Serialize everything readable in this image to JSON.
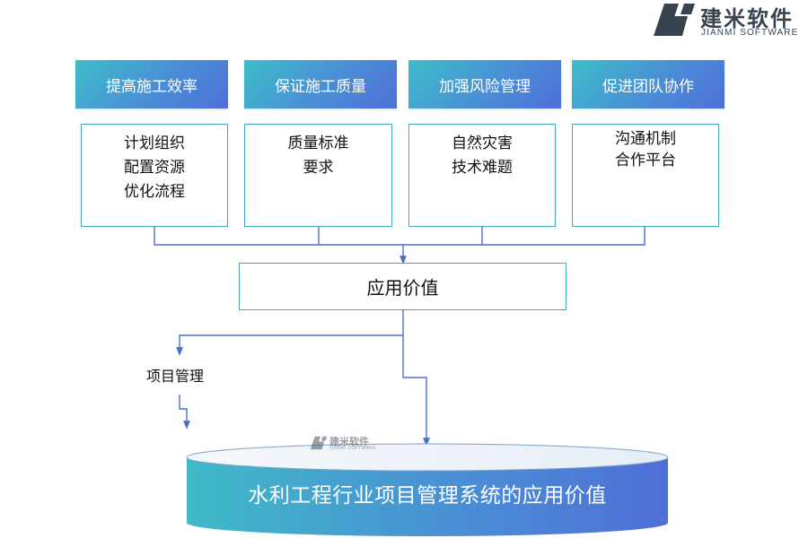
{
  "logo": {
    "name_cn": "建米软件",
    "name_en": "JIANMI SOFTWARE"
  },
  "watermark": {
    "name_cn": "建米软件",
    "name_en": "JIANMI SOFTWARE"
  },
  "columns": [
    {
      "header": "提高施工效率",
      "lines": [
        "计划组织",
        "配置资源",
        "优化流程"
      ]
    },
    {
      "header": "保证施工质量",
      "lines": [
        "质量标准",
        "要求"
      ]
    },
    {
      "header": "加强风险管理",
      "lines": [
        "自然灾害",
        "技术难题"
      ]
    },
    {
      "header": "促进团队协作",
      "lines": [
        "沟通机制",
        "合作平台"
      ]
    }
  ],
  "center_label": "应用价值",
  "branch_label": "项目管理",
  "base_label": "水利工程行业项目管理系统的应用价值",
  "colors": {
    "accent_start": "#3dbec9",
    "accent_end": "#4f6fd8",
    "border": "#3fa9c4",
    "connector": "#4a6fd0"
  }
}
